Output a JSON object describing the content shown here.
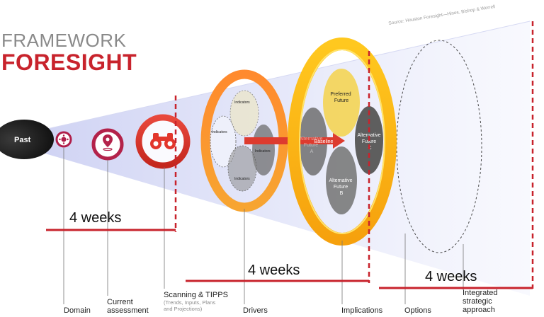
{
  "title": {
    "line1": "FRAMEWORK",
    "line2": "FORESIGHT"
  },
  "source": "Source: Houston Foresight—Hines, Bishop & Worrell",
  "past": "Past",
  "indicators": [
    "Indicators",
    "Indicators",
    "Indicators",
    "Indicators"
  ],
  "futures": {
    "preferred": [
      "Preferred",
      "Future"
    ],
    "alt_a": [
      "Alternative",
      "Future",
      "A"
    ],
    "alt_b": [
      "Alternative",
      "Future",
      "B"
    ],
    "alt_c": [
      "Alternative",
      "Future",
      "C"
    ],
    "baseline": "Baseline"
  },
  "phases": [
    {
      "label": "4 weeks"
    },
    {
      "label": "4 weeks"
    },
    {
      "label": "4 weeks"
    }
  ],
  "stages": {
    "domain": "Domain",
    "current": [
      "Current",
      "assessment"
    ],
    "scanning": "Scanning & TIPPS",
    "scanning_sub": [
      "(Trends, Inputs, Plans",
      "and Projections)"
    ],
    "drivers": "Drivers",
    "implications": "Implications",
    "options": "Options",
    "integrated": [
      "Integrated",
      "strategic",
      "approach"
    ]
  },
  "colors": {
    "red": "#c8232c",
    "gray": "#8a8a8a",
    "orange": "#f39a1e",
    "yellow": "#ffd21f"
  }
}
